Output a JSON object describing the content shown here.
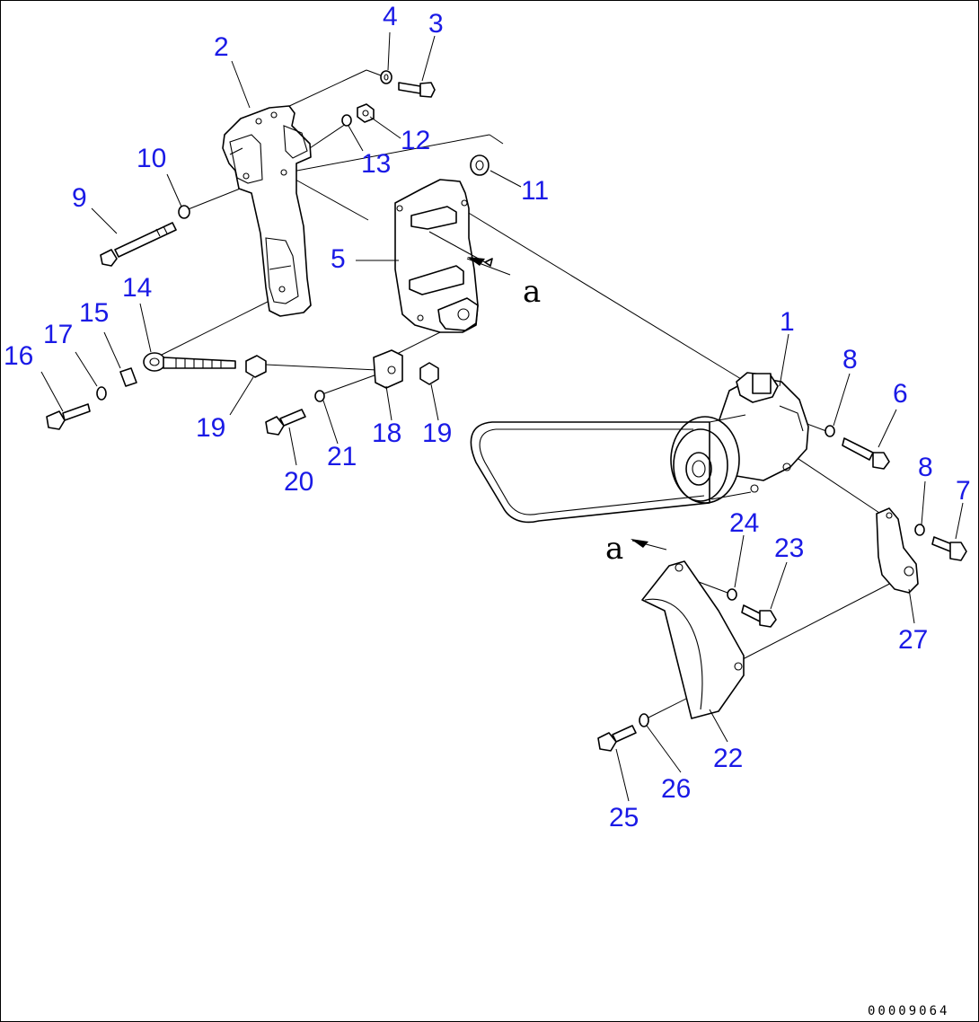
{
  "diagram": {
    "callouts": [
      {
        "id": "c1",
        "label": "1"
      },
      {
        "id": "c2",
        "label": "2"
      },
      {
        "id": "c3",
        "label": "3"
      },
      {
        "id": "c4",
        "label": "4"
      },
      {
        "id": "c5",
        "label": "5"
      },
      {
        "id": "c6",
        "label": "6"
      },
      {
        "id": "c7",
        "label": "7"
      },
      {
        "id": "c8a",
        "label": "8"
      },
      {
        "id": "c8b",
        "label": "8"
      },
      {
        "id": "c9",
        "label": "9"
      },
      {
        "id": "c10",
        "label": "10"
      },
      {
        "id": "c11",
        "label": "11"
      },
      {
        "id": "c12",
        "label": "12"
      },
      {
        "id": "c13",
        "label": "13"
      },
      {
        "id": "c14",
        "label": "14"
      },
      {
        "id": "c15",
        "label": "15"
      },
      {
        "id": "c16",
        "label": "16"
      },
      {
        "id": "c17",
        "label": "17"
      },
      {
        "id": "c18",
        "label": "18"
      },
      {
        "id": "c19a",
        "label": "19"
      },
      {
        "id": "c19b",
        "label": "19"
      },
      {
        "id": "c20",
        "label": "20"
      },
      {
        "id": "c21",
        "label": "21"
      },
      {
        "id": "c22",
        "label": "22"
      },
      {
        "id": "c23",
        "label": "23"
      },
      {
        "id": "c24",
        "label": "24"
      },
      {
        "id": "c25",
        "label": "25"
      },
      {
        "id": "c26",
        "label": "26"
      },
      {
        "id": "c27",
        "label": "27"
      }
    ],
    "view_marker_top": "a",
    "view_marker_bottom": "a",
    "drawing_code": "00009064",
    "callout_color": "#1a1ae6"
  }
}
